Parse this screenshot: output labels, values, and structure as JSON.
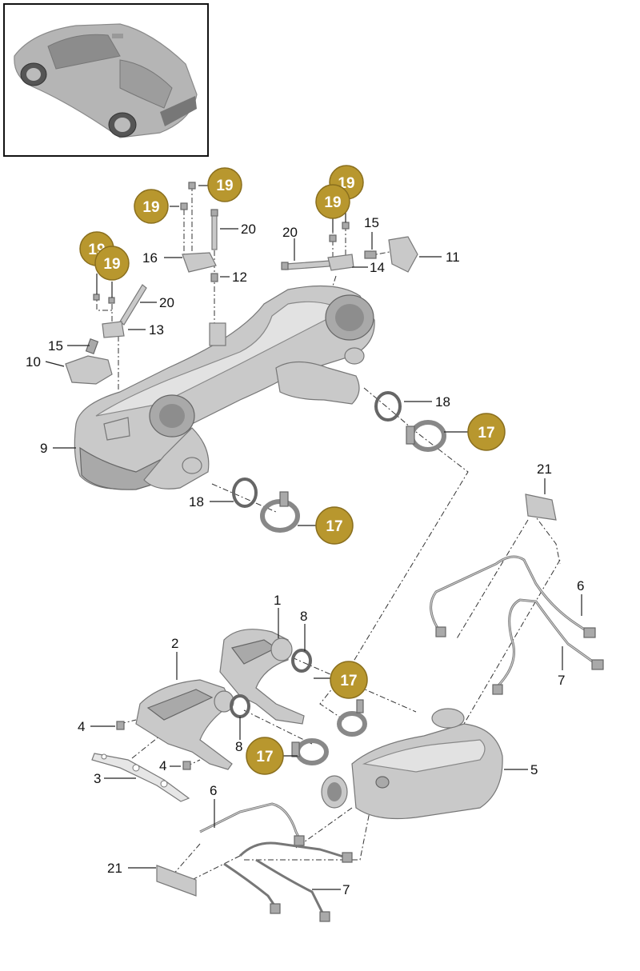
{
  "colors": {
    "badge": "#b8972e",
    "part": "#c9c9c9",
    "line": "#222222"
  },
  "callouts": [
    {
      "id": "c1",
      "text": "1"
    },
    {
      "id": "c2",
      "text": "2"
    },
    {
      "id": "c3",
      "text": "3"
    },
    {
      "id": "c4a",
      "text": "4"
    },
    {
      "id": "c4b",
      "text": "4"
    },
    {
      "id": "c5",
      "text": "5"
    },
    {
      "id": "c6a",
      "text": "6"
    },
    {
      "id": "c6b",
      "text": "6"
    },
    {
      "id": "c7a",
      "text": "7"
    },
    {
      "id": "c7b",
      "text": "7"
    },
    {
      "id": "c8a",
      "text": "8"
    },
    {
      "id": "c8b",
      "text": "8"
    },
    {
      "id": "c9",
      "text": "9"
    },
    {
      "id": "c10",
      "text": "10"
    },
    {
      "id": "c11",
      "text": "11"
    },
    {
      "id": "c12",
      "text": "12"
    },
    {
      "id": "c13",
      "text": "13"
    },
    {
      "id": "c14",
      "text": "14"
    },
    {
      "id": "c15a",
      "text": "15"
    },
    {
      "id": "c15b",
      "text": "15"
    },
    {
      "id": "c16",
      "text": "16"
    },
    {
      "id": "c18a",
      "text": "18"
    },
    {
      "id": "c18b",
      "text": "18"
    },
    {
      "id": "c20a",
      "text": "20"
    },
    {
      "id": "c20b",
      "text": "20"
    },
    {
      "id": "c20c",
      "text": "20"
    },
    {
      "id": "c21a",
      "text": "21"
    },
    {
      "id": "c21b",
      "text": "21"
    }
  ],
  "badges": [
    {
      "id": "b17a",
      "text": "17"
    },
    {
      "id": "b17b",
      "text": "17"
    },
    {
      "id": "b17c",
      "text": "17"
    },
    {
      "id": "b17d",
      "text": "17"
    },
    {
      "id": "b19a",
      "text": "19"
    },
    {
      "id": "b19b",
      "text": "19"
    },
    {
      "id": "b19c",
      "text": "19"
    },
    {
      "id": "b19d",
      "text": "19"
    },
    {
      "id": "b19e",
      "text": "19"
    },
    {
      "id": "b19f",
      "text": "19"
    }
  ]
}
